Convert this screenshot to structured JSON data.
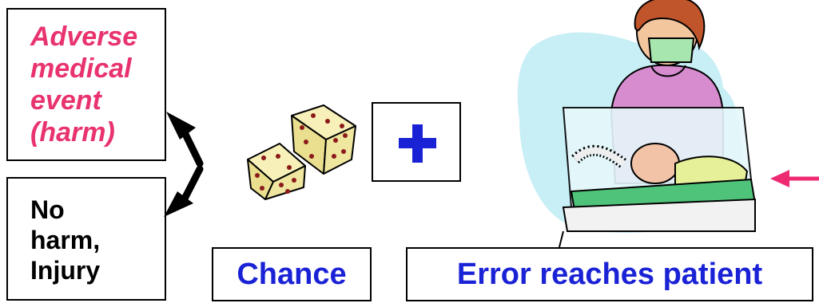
{
  "outcomes": {
    "adverse_lines": [
      "Adverse",
      "medical",
      "event",
      "(harm)"
    ],
    "no_harm_lines": [
      "No",
      "harm,",
      "Injury"
    ]
  },
  "labels": {
    "chance": "Chance",
    "error": "Error reaches patient"
  },
  "icons": {
    "dice": "dice-icon",
    "plus": "plus-icon",
    "nurse_infant": "nurse-infant-clipart",
    "arrow": "arrow-left-icon"
  },
  "colors": {
    "adverse_text": "#e8336e",
    "label_text": "#1a22d6",
    "plus": "#1a22d6",
    "arrow": "#ee2a73",
    "dice": "#f0e8a0",
    "pips": "#8b1a1a",
    "outline": "#000000"
  }
}
